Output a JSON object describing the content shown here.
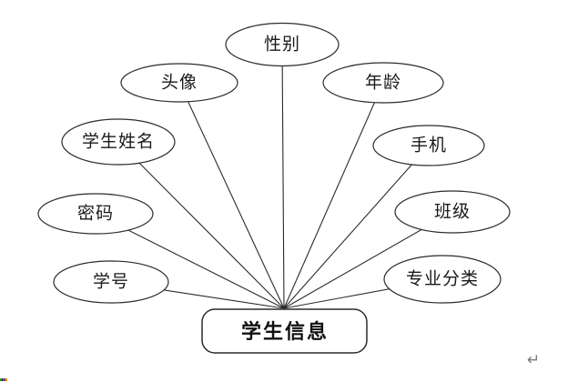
{
  "diagram": {
    "entity": {
      "id": "student-info",
      "label": "学生信息"
    },
    "attributes": [
      {
        "id": "gender",
        "label": "性别"
      },
      {
        "id": "avatar",
        "label": "头像"
      },
      {
        "id": "age",
        "label": "年龄"
      },
      {
        "id": "student-name",
        "label": "学生姓名"
      },
      {
        "id": "mobile",
        "label": "手机"
      },
      {
        "id": "password",
        "label": "密码"
      },
      {
        "id": "class",
        "label": "班级"
      },
      {
        "id": "student-id",
        "label": "学号"
      },
      {
        "id": "major",
        "label": "专业分类"
      }
    ],
    "return_mark": "↵",
    "colors": {
      "background": "#ffffff",
      "shape_stroke": "#2b2b2b",
      "shape_fill": "#ffffff",
      "text": "#1a1a1a",
      "return_mark": "#7a7a7a"
    }
  }
}
